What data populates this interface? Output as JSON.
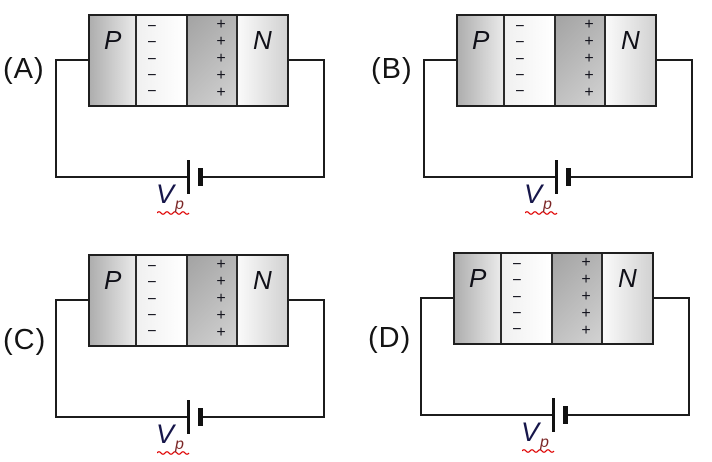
{
  "figure": {
    "description_visible_text_only": true,
    "options": [
      {
        "label": "(A)"
      },
      {
        "label": "(B)"
      },
      {
        "label": "(C)"
      },
      {
        "label": "(D)"
      }
    ],
    "region_labels": {
      "p": "P",
      "n": "N"
    },
    "charges": {
      "minus": "−",
      "plus": "+",
      "minus_count": 5,
      "plus_count": 5
    },
    "battery_label": {
      "symbol": "V",
      "subscript": "p"
    },
    "colors": {
      "wire": "#1c1c1c",
      "box_border": "#1f1f1f",
      "p_region_gradient_start": "#aeaeae",
      "p_region_gradient_end": "#e9e9e9",
      "depletion_negative_start": "#f0f0f0",
      "depletion_negative_end": "#ffffff",
      "depletion_positive_start": "#a3a3a3",
      "depletion_positive_end": "#d2d2d2",
      "n_region_gradient_start": "#fafafa",
      "n_region_gradient_end": "#d2d2d2",
      "voltage_symbol": "#16164a",
      "voltage_subscript": "#7b2525",
      "squiggle": "#e00000",
      "text": "#141414"
    }
  }
}
